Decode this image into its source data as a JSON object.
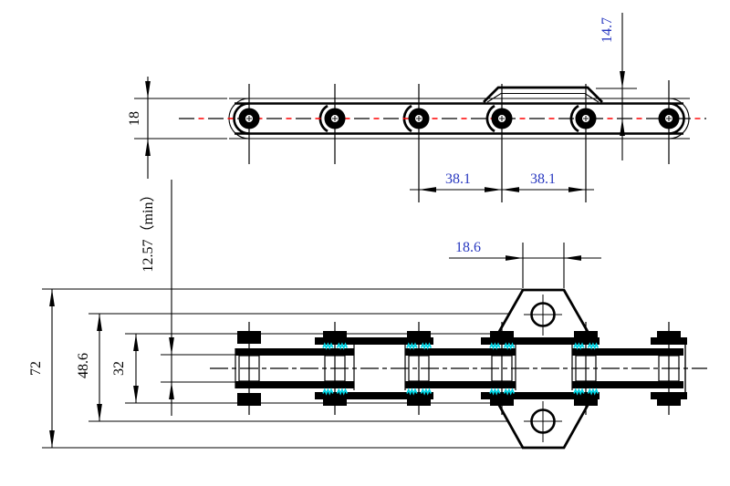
{
  "drawing_title": "roller chain with bent attachments - two view engineering drawing",
  "colors": {
    "line_black": "#000000",
    "centerline_red": "#ff0000",
    "hatch_cyan": "#00d4e4",
    "dim_text_blue": "#2838c0",
    "dim_text_dark": "#000000",
    "background": "#ffffff"
  },
  "dimensions": {
    "plate_height": "18",
    "attachment_height": "14.7",
    "pitch_left": "38.1",
    "pitch_right": "38.1",
    "attachment_span": "72",
    "pin_length": "48.6",
    "plate_inner_span": "32",
    "inner_width_min": "12.57（min）",
    "attachment_top_width": "18.6"
  }
}
